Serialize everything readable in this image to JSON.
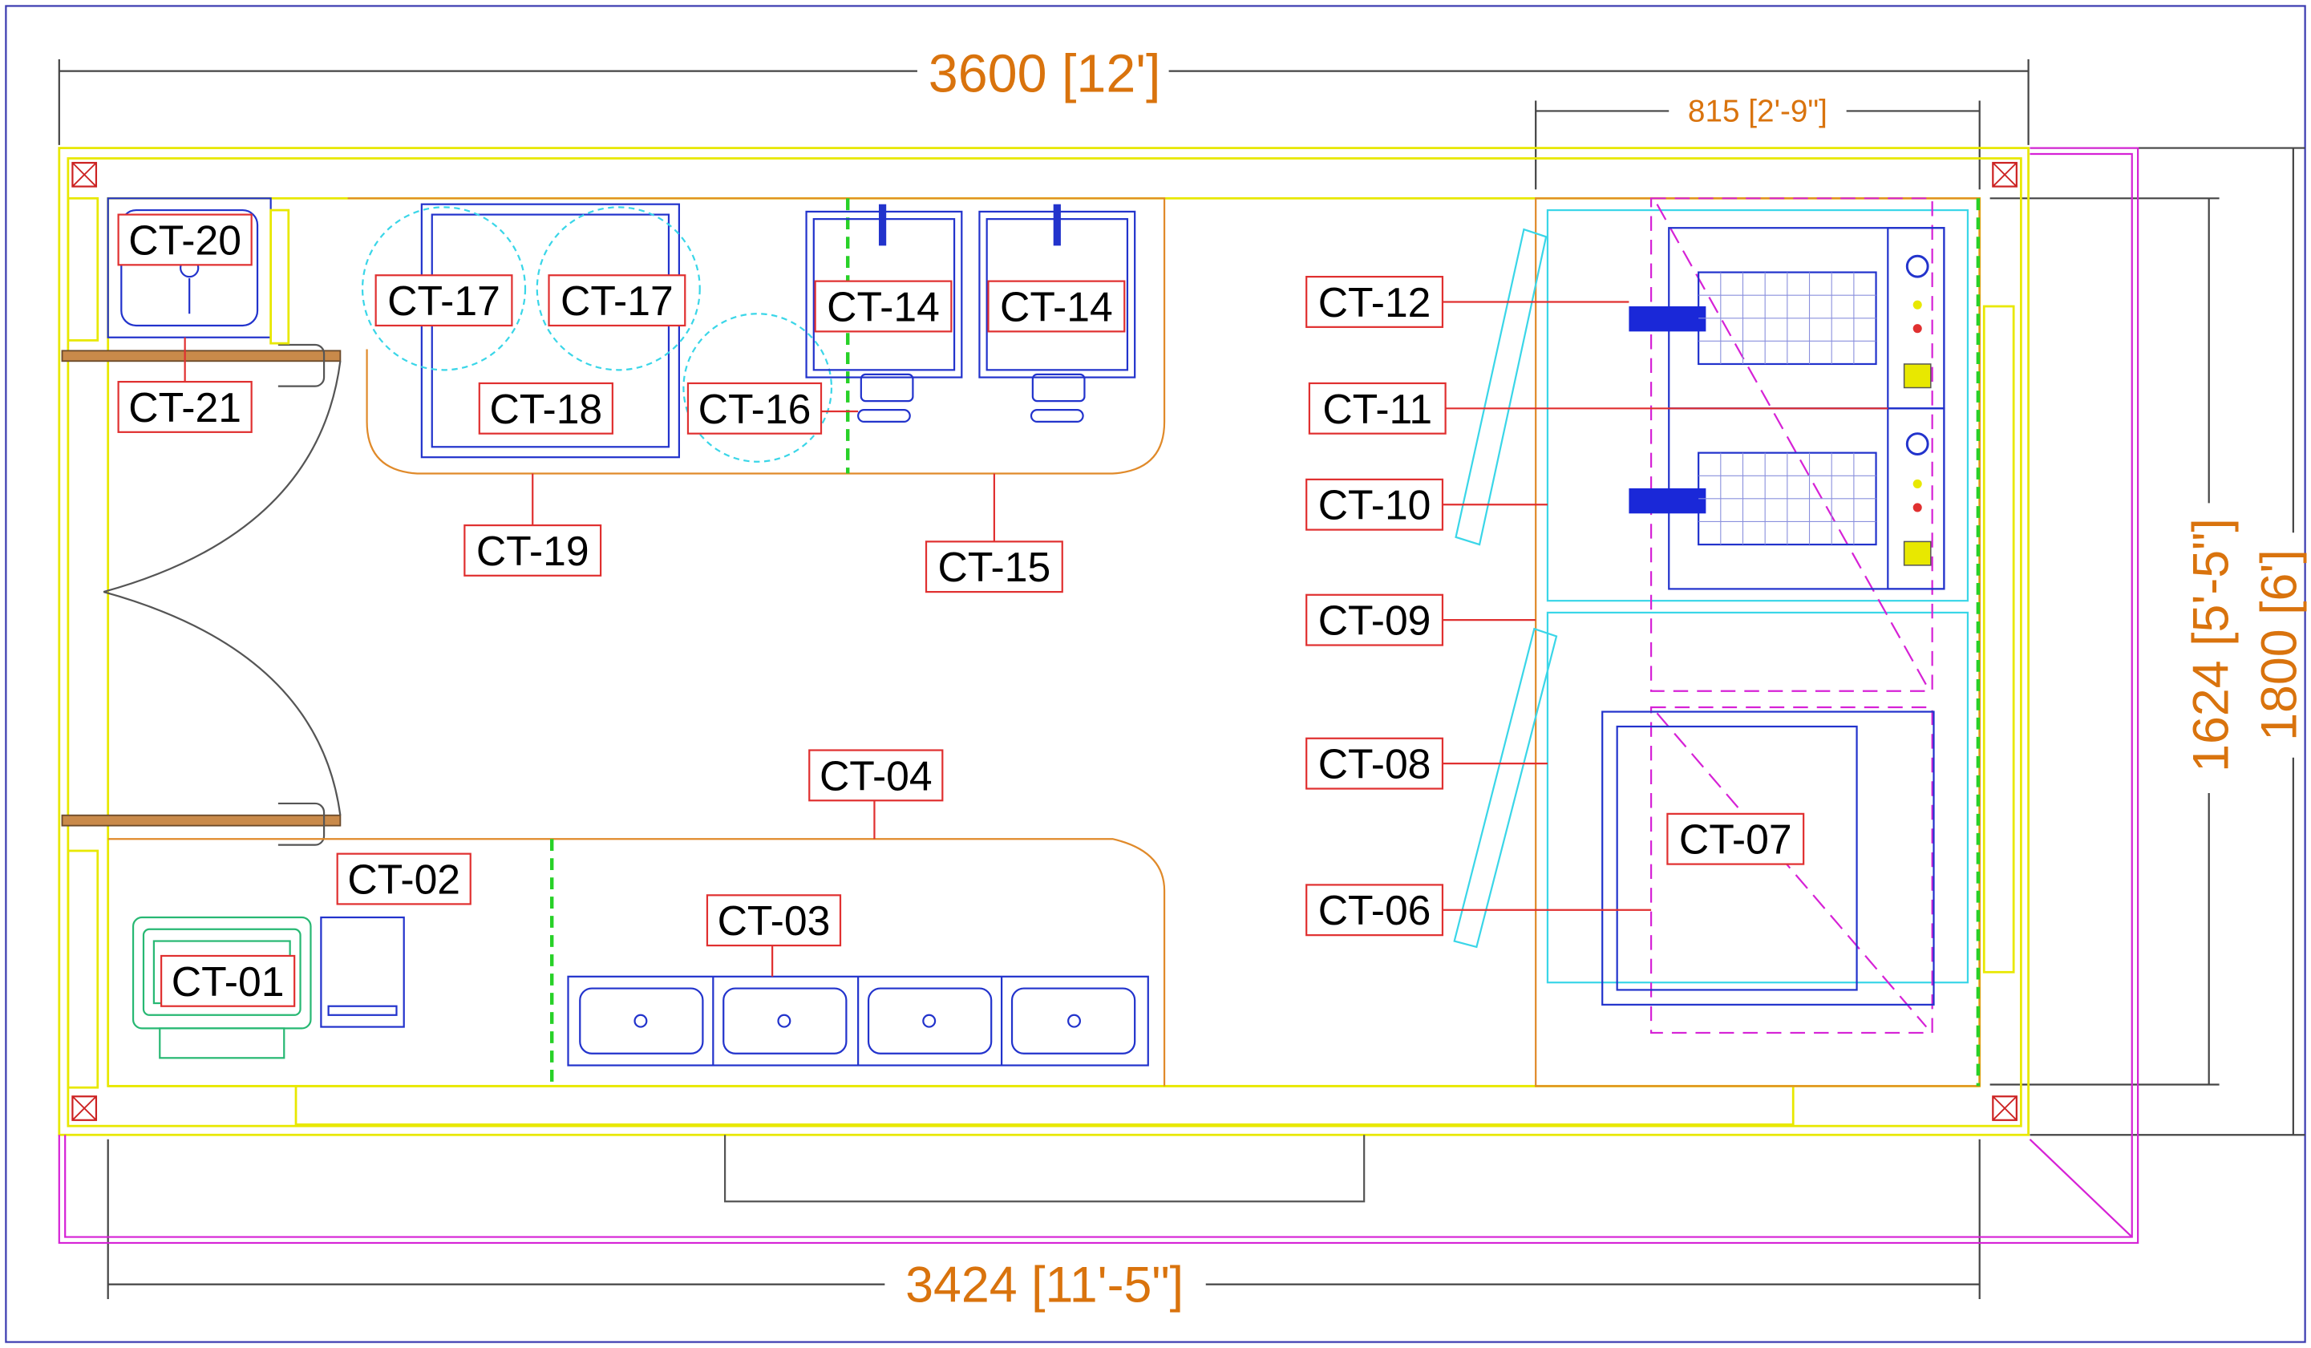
{
  "dimensions": {
    "overall_width": "3600 [12']",
    "top_right_width": "815 [2'-9\"]",
    "inner_width": "3424 [11'-5\"]",
    "inner_height": "1624 [5'-5\"]",
    "overall_height": "1800 [6']"
  },
  "labels": {
    "ct01": "CT-01",
    "ct02": "CT-02",
    "ct03": "CT-03",
    "ct04": "CT-04",
    "ct06": "CT-06",
    "ct07": "CT-07",
    "ct08": "CT-08",
    "ct09": "CT-09",
    "ct10": "CT-10",
    "ct11": "CT-11",
    "ct12": "CT-12",
    "ct14": "CT-14",
    "ct15": "CT-15",
    "ct16": "CT-16",
    "ct17": "CT-17",
    "ct18": "CT-18",
    "ct19": "CT-19",
    "ct20": "CT-20",
    "ct21": "CT-21"
  },
  "colors": {
    "dimension_text": "#d9730d",
    "label_box": "#e03030",
    "wall": "#e8e800",
    "equipment": "#2233cc",
    "counter": "#e08a2a"
  }
}
